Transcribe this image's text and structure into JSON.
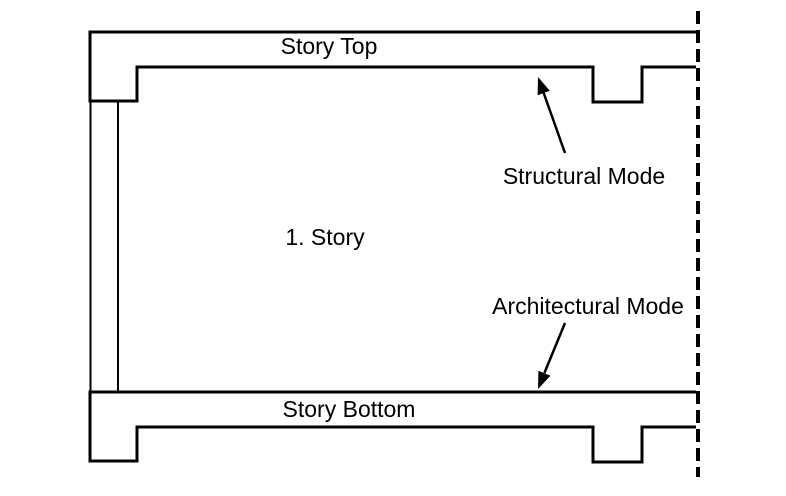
{
  "diagram": {
    "title_context": "story-section-diagram",
    "labels": {
      "story_top": "Story Top",
      "story_name": "1. Story",
      "story_bottom": "Story Bottom",
      "structural_mode": "Structural Mode",
      "architectural_mode": "Architectural Mode"
    },
    "colors": {
      "line": "#000000",
      "text": "#000000",
      "background": "#ffffff"
    }
  }
}
